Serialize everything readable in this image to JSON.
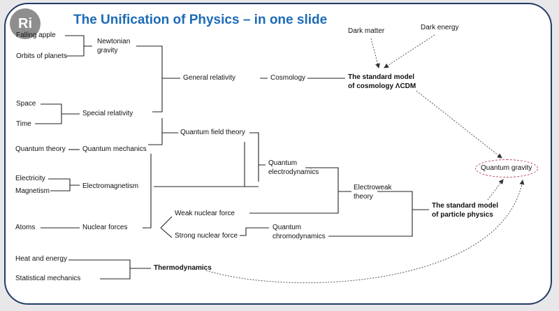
{
  "logo": "Ri",
  "title": "The Unification of Physics – in one slide",
  "nodes": {
    "falling_apple": "Falling apple",
    "orbits_of_planets": "Orbits of planets",
    "newtonian_gravity": [
      "Newtonian",
      "gravity"
    ],
    "general_relativity": "General relativity",
    "cosmology": "Cosmology",
    "standard_model_cosmology": [
      "The standard model",
      "of cosmology ΛCDM"
    ],
    "dark_matter": "Dark matter",
    "dark_energy": "Dark energy",
    "space": "Space",
    "time": "Time",
    "special_relativity": "Special relativity",
    "quantum_field_theory": "Quantum field theory",
    "quantum_theory": "Quantum theory",
    "quantum_mechanics": "Quantum mechanics",
    "quantum_electrodynamics": [
      "Quantum",
      "electrodynamics"
    ],
    "electricity": "Electricity",
    "magnetism": "Magnetism",
    "electromagnetism": "Electromagnetism",
    "electroweak_theory": [
      "Electroweak",
      "theory"
    ],
    "weak_nuclear_force": "Weak nuclear force",
    "strong_nuclear_force": "Strong nuclear force",
    "quantum_chromodynamics": [
      "Quantum",
      "chromodynamics"
    ],
    "atoms": "Atoms",
    "nuclear_forces": "Nuclear forces",
    "standard_model_particle": [
      "The standard model",
      "of particle physics"
    ],
    "quantum_gravity": "Quantum gravity",
    "heat_and_energy": "Heat and energy",
    "statistical_mechanics": "Statistical mechanics",
    "thermodynamics": "Thermodynamics"
  },
  "colors": {
    "title": "#1d6bb5",
    "frame": "#243a66",
    "quantum_gravity_oval": "#b5485a",
    "logo_bg": "#8e8e8e"
  }
}
